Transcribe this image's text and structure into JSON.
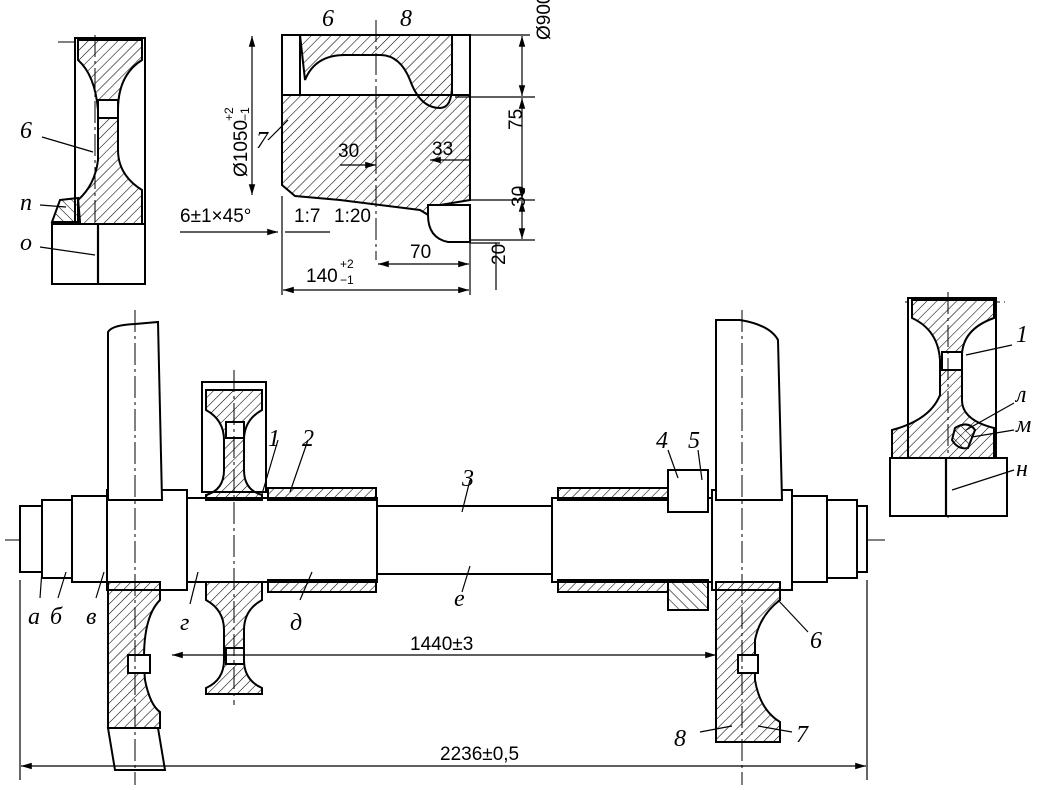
{
  "callouts": {
    "n1": "1",
    "n2": "2",
    "n3": "3",
    "n4": "4",
    "n5": "5",
    "n6": "6",
    "n7": "7",
    "n8": "8",
    "a": "а",
    "b": "б",
    "v": "в",
    "g": "г",
    "d": "д",
    "e": "е",
    "l": "л",
    "m": "м",
    "n": "н",
    "o": "о",
    "p": "п"
  },
  "dimensions": {
    "track": "1440±3",
    "overall": "2236±0,5",
    "dia_bore": "Ø900",
    "dia_rim_base": "Ø1050",
    "dia_rim_tol_up": "+2",
    "dia_rim_tol_low": "−1",
    "width_base": "140",
    "width_tol_up": "+2",
    "width_tol_low": "−1",
    "chamfer": "6±1×45°",
    "taper1": "1:7",
    "taper2": "1:20",
    "d30a": "30",
    "d33": "33",
    "d75": "75",
    "d30b": "30",
    "d70": "70",
    "d20": "20"
  }
}
